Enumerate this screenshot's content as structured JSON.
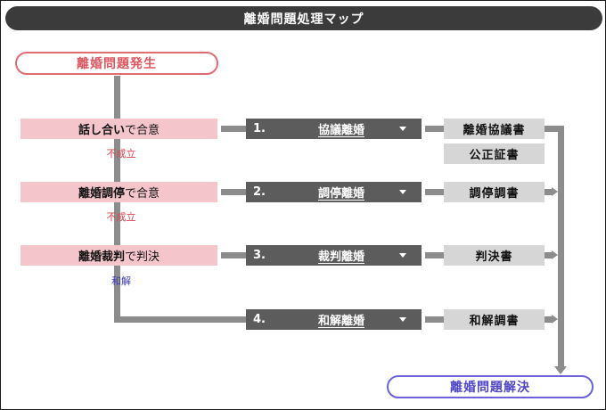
{
  "title": "離婚問題処理マップ",
  "start": "離婚問題発生",
  "end": "離婚問題解決",
  "conditions": [
    {
      "bold": "話し合い",
      "rest": "で合意"
    },
    {
      "bold": "離婚調停",
      "rest": "で合意"
    },
    {
      "bold": "離婚裁判",
      "rest": "で判決"
    }
  ],
  "notes": [
    "不成立",
    "不成立",
    "和解"
  ],
  "methods": [
    {
      "num": "1.",
      "label": "協議離婚"
    },
    {
      "num": "2.",
      "label": "調停離婚"
    },
    {
      "num": "3.",
      "label": "裁判離婚"
    },
    {
      "num": "4.",
      "label": "和解離婚"
    }
  ],
  "documents": [
    "離婚協議書",
    "公正証書",
    "調停調書",
    "判決書",
    "和解調書"
  ],
  "colors": {
    "condition_bg": "#f4c6cb",
    "method_bg": "#5c5c5c",
    "document_bg": "#d6d6d6",
    "start_border": "#e06b73",
    "end_border": "#6a62d6",
    "connector": "#8c8c8c"
  }
}
